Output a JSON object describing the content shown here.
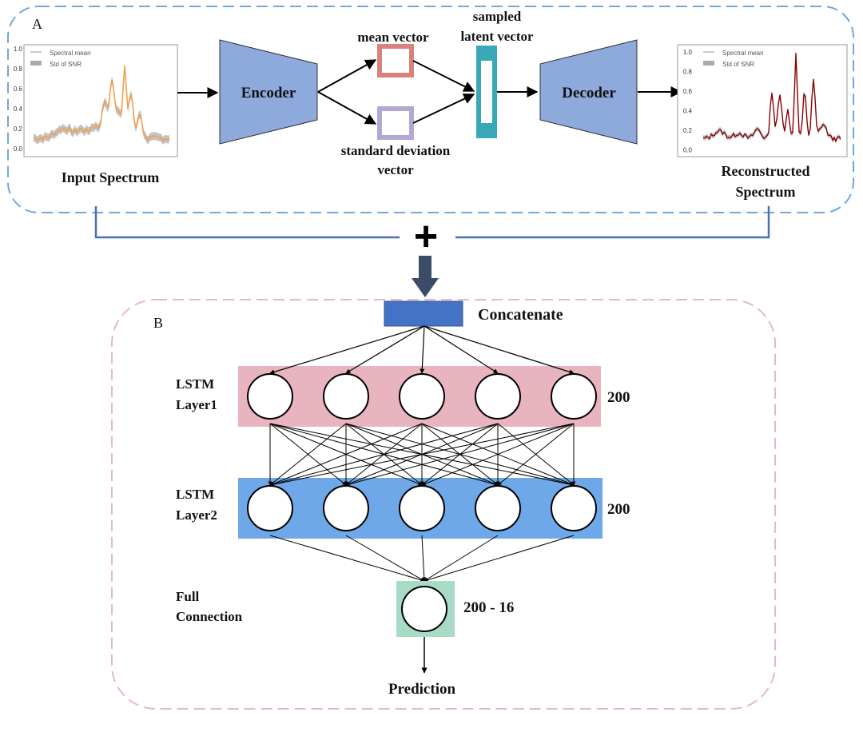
{
  "section_a": {
    "label": "A",
    "input_label": "Input Spectrum",
    "encoder_label": "Encoder",
    "mean_vector_label": "mean vector",
    "std_vector_label_line1": "standard deviation",
    "std_vector_label_line2": "vector",
    "latent_label_line1": "sampled",
    "latent_label_line2": "latent vector",
    "decoder_label": "Decoder",
    "output_label_line1": "Reconstructed",
    "output_label_line2": "Spectrum"
  },
  "input_plot": {
    "legend_mean": "Spectral mean",
    "legend_std": "Std of SNR",
    "yticks": [
      "1.0",
      "0.8",
      "0.6",
      "0.4",
      "0.2",
      "0.0"
    ]
  },
  "output_plot": {
    "legend_mean": "Spectral mean",
    "legend_std": "Std of SNR",
    "yticks": [
      "1.0",
      "0.8",
      "0.6",
      "0.4",
      "0.2",
      "0.0"
    ]
  },
  "merge_symbol": "+",
  "section_b": {
    "label": "B",
    "concatenate_label": "Concatenate",
    "lstm1_label_line1": "LSTM",
    "lstm1_label_line2": "Layer1",
    "lstm1_units": "200",
    "lstm2_label_line1": "LSTM",
    "lstm2_label_line2": "Layer2",
    "lstm2_units": "200",
    "fc_label_line1": "Full",
    "fc_label_line2": "Connection",
    "fc_units": "200 - 16",
    "prediction_label": "Prediction"
  },
  "colors": {
    "section_a_border": "#6fa8dc",
    "section_b_border": "#e6b8c0",
    "encoder_fill": "#8ea9db",
    "mean_box": "#d9817c",
    "std_box": "#b4a7d6",
    "latent_fill": "#3aa8b8",
    "concat_fill": "#4472c4",
    "lstm1_band": "#e8b4bf",
    "lstm2_band": "#6fa8e8",
    "fc_fill": "#a8dbc5",
    "connector": "#4a6fb5",
    "down_arrow": "#3b4d66",
    "input_line": "#f0a050",
    "output_line": "#8b0000"
  }
}
